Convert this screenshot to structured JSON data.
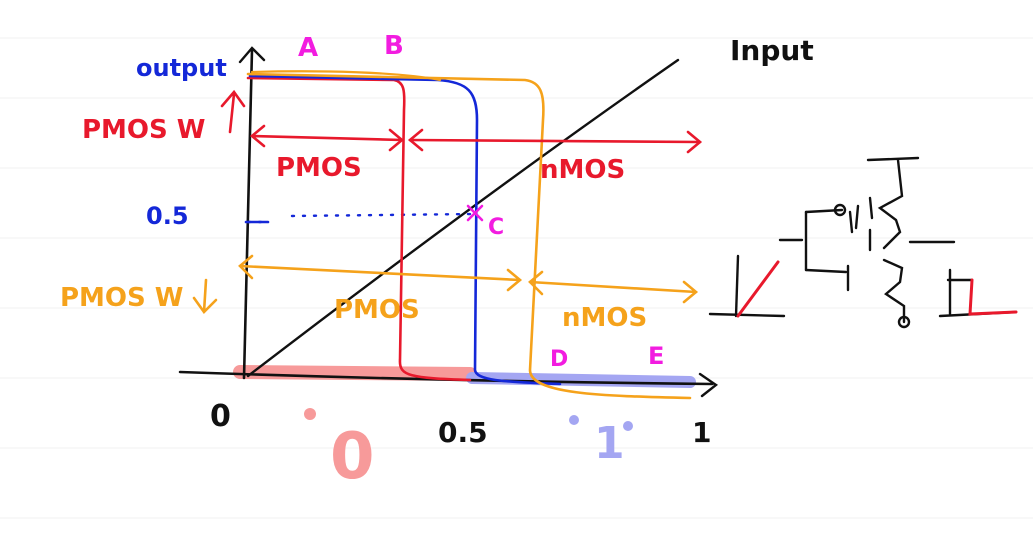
{
  "labels": {
    "A": "A",
    "B": "B",
    "C": "C",
    "D": "D",
    "E": "E",
    "output": "output",
    "input": "Input",
    "pmos_w_up": "PMOS W",
    "pmos_w_down": "PMOS W",
    "pmos_red": "PMOS",
    "nmos_red": "nMOS",
    "pmos_orange": "PMOS",
    "nmos_orange": "nMOS",
    "half_y": "0.5",
    "x_zero": "0",
    "x_half": "0.5",
    "x_one": "1",
    "logic_zero": "0",
    "logic_one": "1"
  },
  "colors": {
    "black": "#111111",
    "red": "#e8192c",
    "blue": "#1428d8",
    "orange": "#f5a21b",
    "magenta": "#f21ce0",
    "pink": "#f79a9a",
    "lavender": "#a4a6f2"
  }
}
